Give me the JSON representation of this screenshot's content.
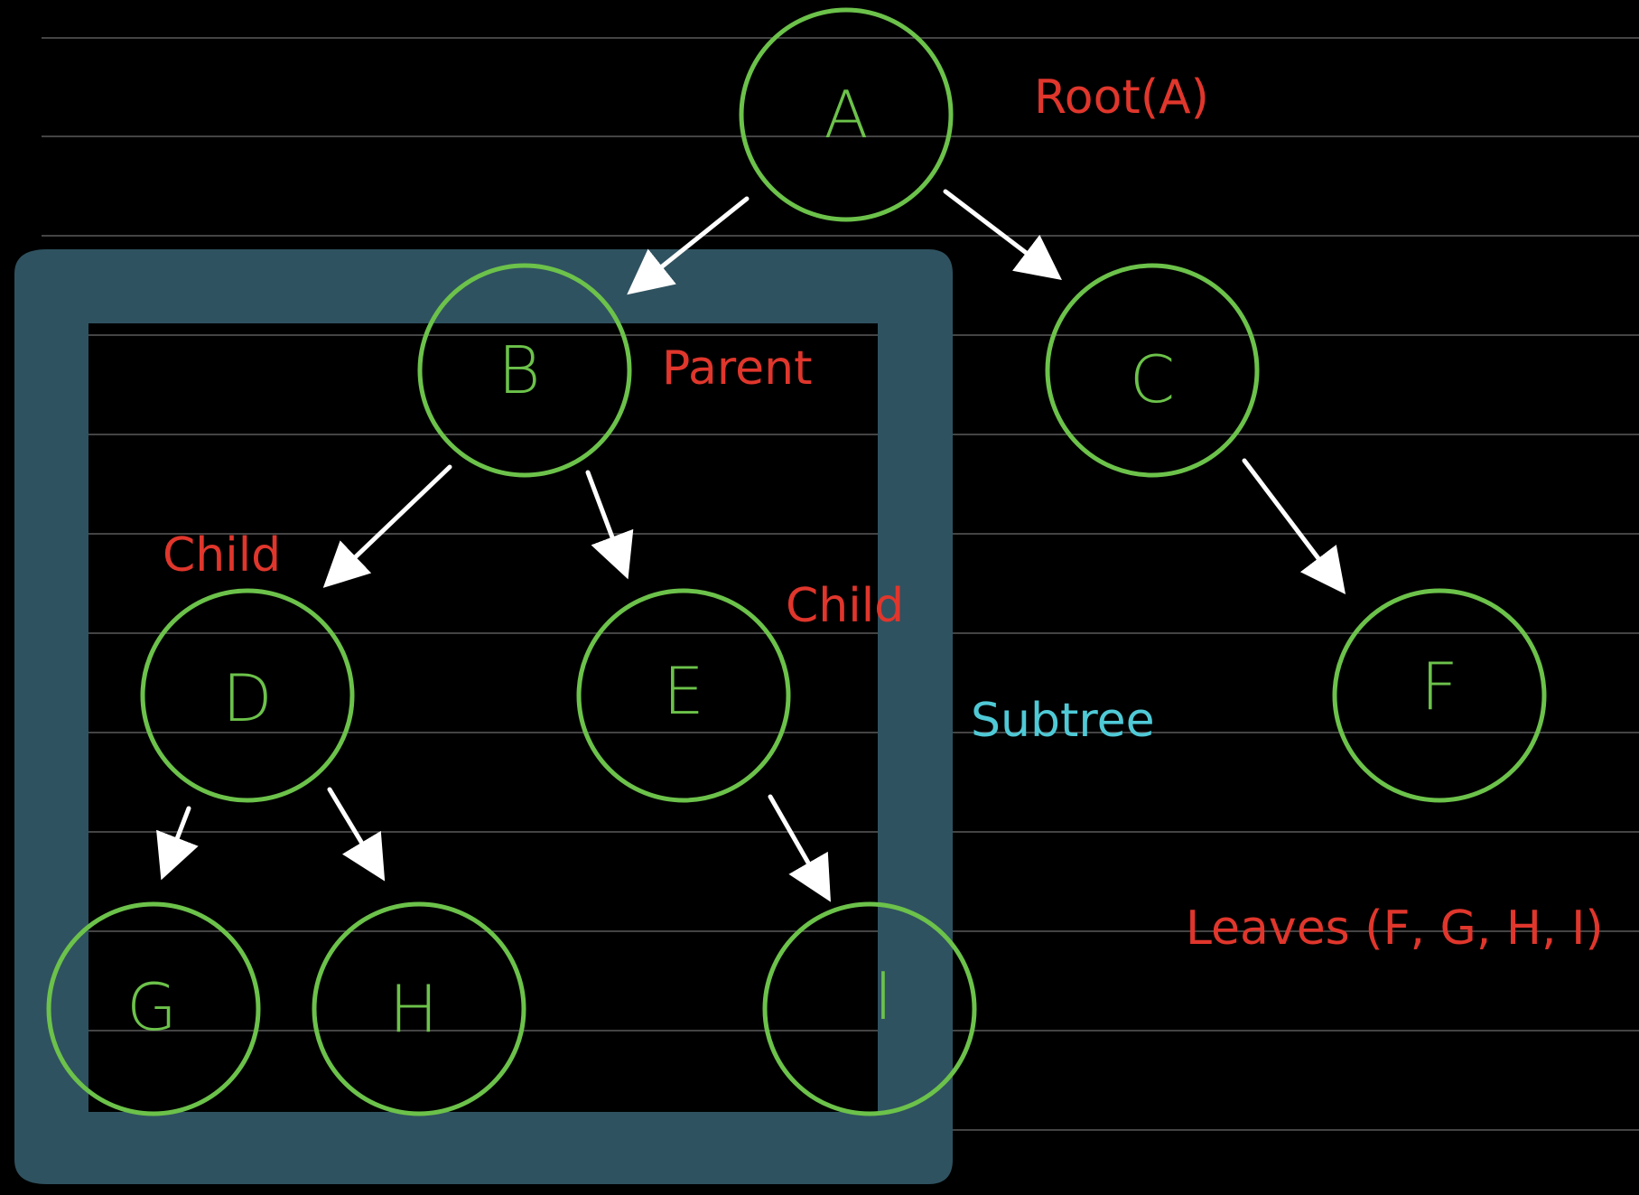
{
  "colors": {
    "background": "#000000",
    "rule_line": "#5a5a5a",
    "node_stroke": "#6cc24a",
    "node_text": "#6cc24a",
    "edge": "#ffffff",
    "annotation": "#e0362c",
    "subtree_label": "#4fc9d6",
    "subtree_frame": "#2f5260"
  },
  "nodes": {
    "a": "A",
    "b": "B",
    "c": "C",
    "d": "D",
    "e": "E",
    "f": "F",
    "g": "G",
    "h": "H",
    "i": "I"
  },
  "edges": [
    {
      "from": "A",
      "to": "B"
    },
    {
      "from": "A",
      "to": "C"
    },
    {
      "from": "B",
      "to": "D"
    },
    {
      "from": "B",
      "to": "E"
    },
    {
      "from": "C",
      "to": "F"
    },
    {
      "from": "D",
      "to": "G"
    },
    {
      "from": "D",
      "to": "H"
    },
    {
      "from": "E",
      "to": "I"
    }
  ],
  "annotations": {
    "root": "Root(A)",
    "parent": "Parent",
    "child_left": "Child",
    "child_right": "Child",
    "subtree": "Subtree",
    "leaves": "Leaves (F, G, H, I)"
  }
}
